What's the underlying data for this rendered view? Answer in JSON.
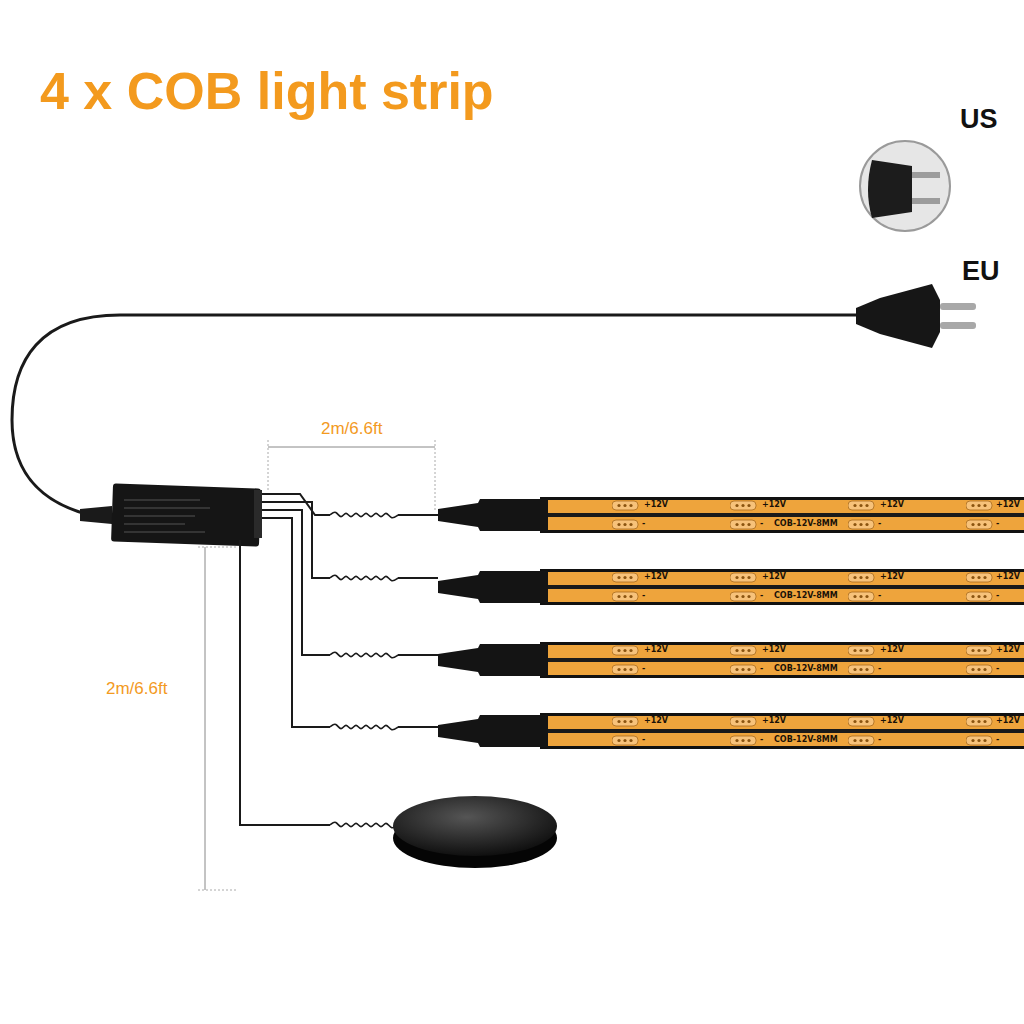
{
  "diagram": {
    "title": "4 x COB light strip",
    "labels": [
      "US",
      "EU",
      "2m/6.6ft",
      "2m/6.6ft",
      "+12V",
      "+12V",
      "+12V",
      "+12V",
      "-",
      "-",
      "-",
      "-",
      "COB-12V-8MM",
      "+12V",
      "+12V",
      "+12V",
      "+12V",
      "-",
      "-",
      "-",
      "-",
      "COB-12V-8MM",
      "+12V",
      "+12V",
      "+12V",
      "+12V",
      "-",
      "-",
      "-",
      "-",
      "COB-12V-8MM",
      "+12V",
      "+12V",
      "+12V",
      "+12V",
      "-",
      "-",
      "-",
      "-",
      "COB-12V-8MM"
    ]
  }
}
